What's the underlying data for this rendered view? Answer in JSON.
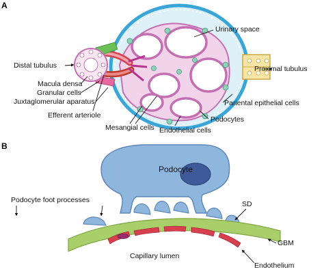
{
  "panel_a": {
    "letter": "A",
    "labels": {
      "urinary_space": "Urinary space",
      "distal_tubulus": "Distal tubulus",
      "proximal_tubulus": "Proximal tubulus",
      "macula_densa": "Macula densa",
      "granular_cells": "Granular cells",
      "juxtaglomerular": "Juxtaglomerular aparatus",
      "podocytes": "Podocytes",
      "parietal_epithelial": "Pariental epithelial cells",
      "efferent_arteriole": "Efferent arteriole",
      "mesangial_cells": "Mesangial cells",
      "endothelial_cells": "Endothelial cells"
    }
  },
  "panel_b": {
    "letter": "B",
    "labels": {
      "podocyte": "Podocyte",
      "foot_processes": "Podocyte foot processes",
      "sd": "SD",
      "gbm": "GBM",
      "capillary_lumen": "Capillary lumen",
      "endothelium": "Endothelium"
    }
  },
  "colors": {
    "capsule": "#3aa6d8",
    "capillary_pink": "#c46fb4",
    "urinary_fill": "#dff1f8",
    "podocyte_blue": "#8fb7dd",
    "gbm_green": "#a9cf6b",
    "endothelium_red": "#d8404f",
    "tubule_yellow": "#f6e5a4"
  }
}
